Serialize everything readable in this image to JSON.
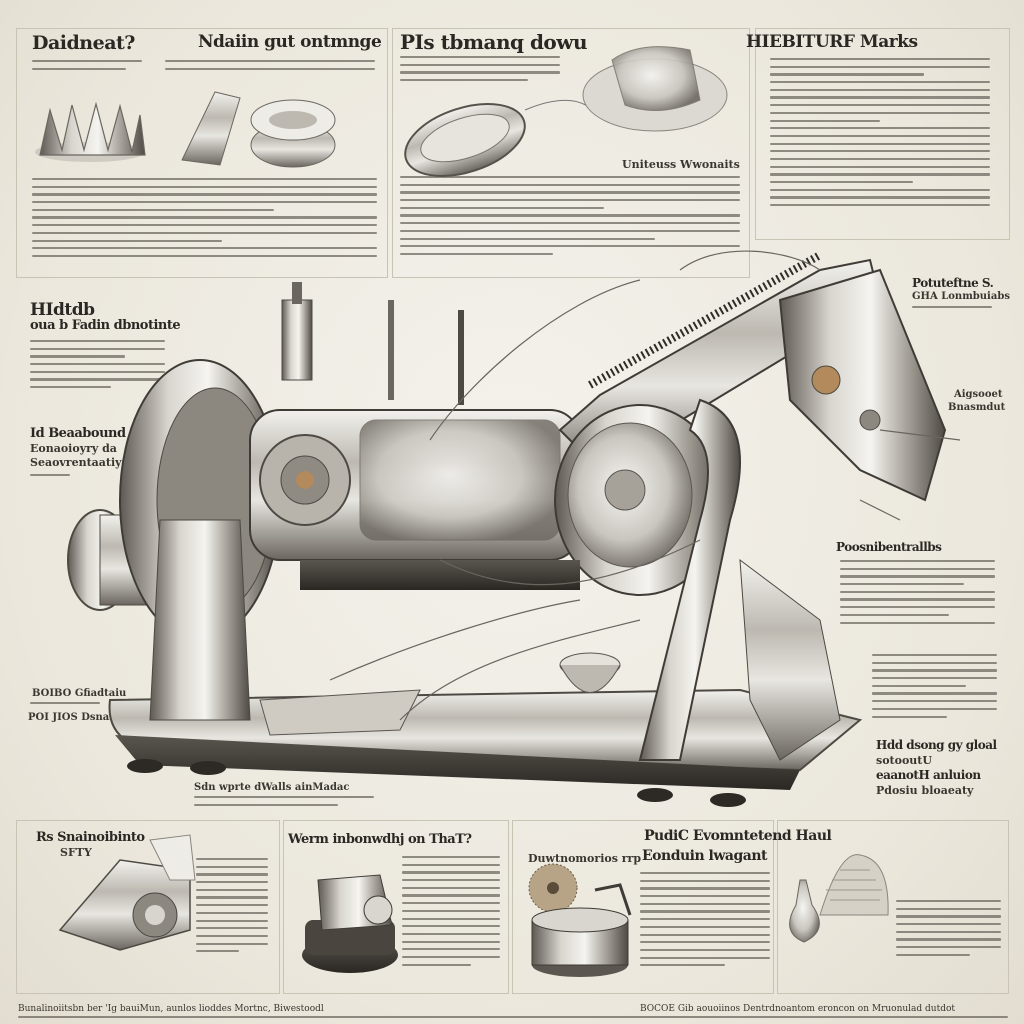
{
  "headings": {
    "top_left": "Daidneat?",
    "top_mid_left": "Ndaiin gut ontmnge",
    "top_mid": "PIs tbmanq dowu",
    "top_right": "HIEBITURF Marks",
    "mid_center_caption": "Uniteuss Wwonaits",
    "left_1_line1": "HIdtdb",
    "left_1_line2": "oua b Fadin dbnotinte",
    "left_2_line1": "Id Beaabound",
    "left_2_line2": "Eonaoioyry da",
    "left_2_line3": "Seaovrentaatiy",
    "left_3_line1": "BOIBO Gfiadtaiu",
    "left_3_line2": "POI JIOS Dsnasane",
    "right_1_line1": "Potuteftne S.",
    "right_1_line2": "GHA Lonmbuiabs",
    "right_2_line1": "Aigsooet",
    "right_2_line2": "Bnasmdut",
    "right_3": "Poosnibentrallbs",
    "right_4_line1": "Hdd dsong gy gloal",
    "right_4_line2": "sotooutU",
    "right_4_line3": "eaanotH anluion",
    "right_4_line4": "Pdosiu bloaeaty",
    "bottom_caption": "Sdn wprte dWalls ainMadac",
    "bottom_left": "Rs Snainoibinto",
    "bottom_left_sub": "SFTY",
    "bottom_mid": "Werm inbonwdhj on ThaT?",
    "bottom_mid_right": "Duwtnomorios rrp",
    "bottom_right_1": "PudiC Evomntetend Haul",
    "bottom_right_2": "Eonduin lwagant"
  },
  "footer": {
    "left": "Bunalinoiitsbn ber 'Ig bauiMun, aunlos lioddes Mortnc, Biwestoodl",
    "right": "BOCOE Gib aouoiinos Dentrdnoantom eroncon on Mruonulad dutdot"
  },
  "colors": {
    "paper": "#efece3",
    "ink": "#2a2723",
    "metal_light": "#d9d6cf",
    "metal_dark": "#5b5650",
    "brass": "#b28a5c"
  },
  "icons": [
    "sewing-machine-illustration",
    "fan-blades-icon",
    "tape-coil-icon",
    "oval-plate-icon",
    "bowl-icon",
    "motor-unit-icon",
    "mini-machine-icon",
    "brush-wheel-icon",
    "pot-icon",
    "bulb-icon",
    "fabric-swatch-icon"
  ]
}
